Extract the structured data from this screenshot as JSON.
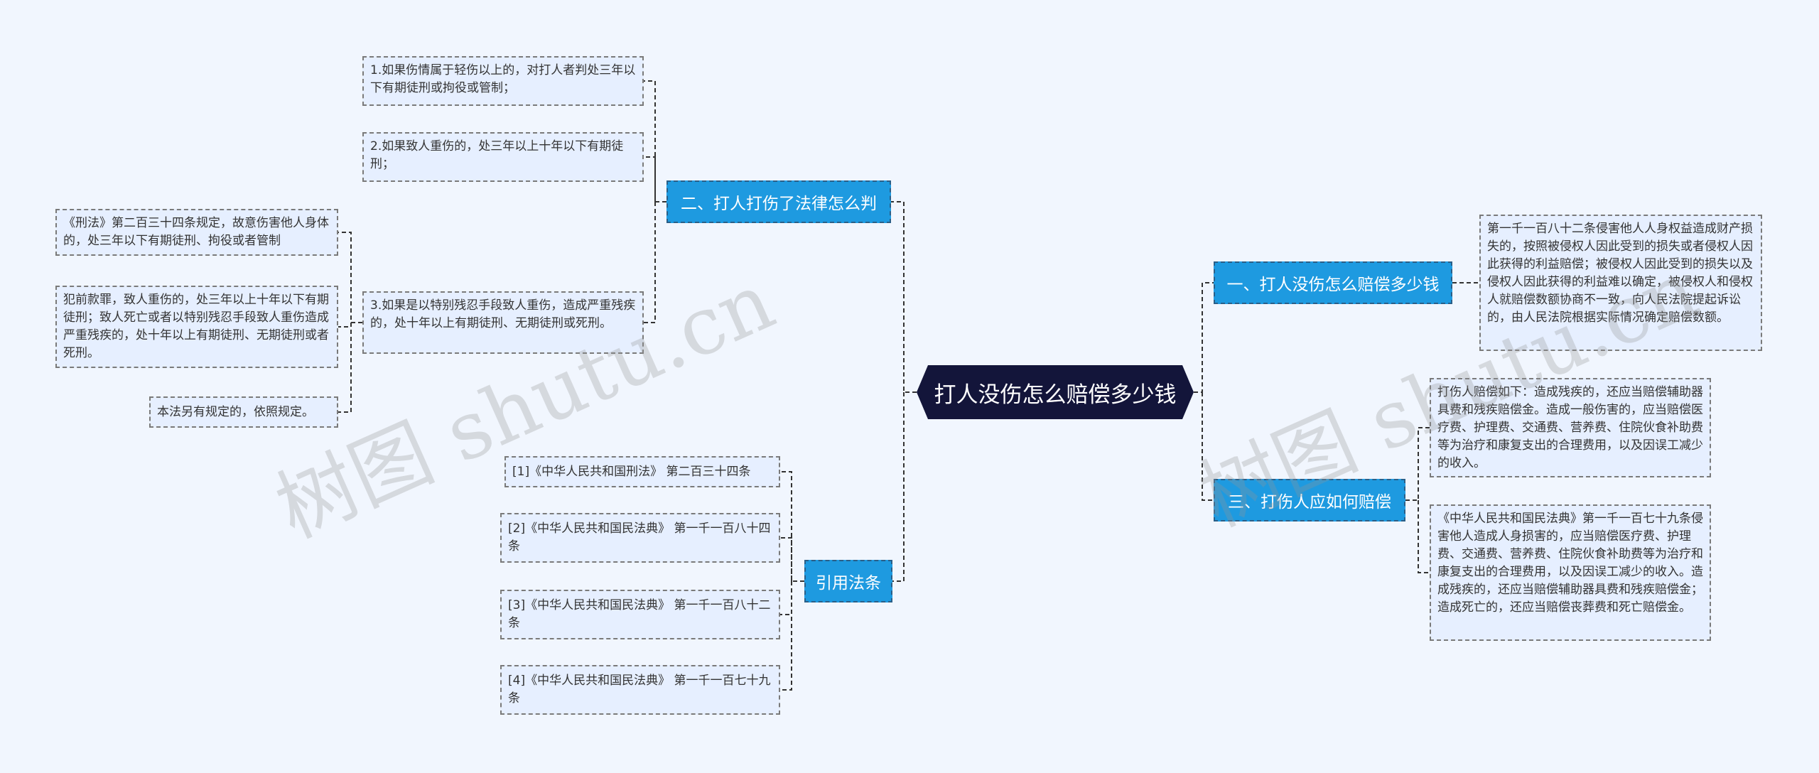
{
  "root": {
    "label": "打人没伤怎么赔偿多少钱"
  },
  "watermarks": [
    "树图 shutu.cn",
    "树图 shutu.cn"
  ],
  "branches": {
    "judge": {
      "label": "二、打人打伤了法律怎么判",
      "items": [
        "1.如果伤情属于轻伤以上的，对打人者判处三年以下有期徒刑或拘役或管制；",
        "2.如果致人重伤的，处三年以上十年以下有期徒刑；",
        "3.如果是以特别残忍手段致人重伤，造成严重残疾的，处十年以上有期徒刑、无期徒刑或死刑。"
      ],
      "law": [
        "《刑法》第二百三十四条规定，故意伤害他人身体的，处三年以下有期徒刑、拘役或者管制",
        "犯前款罪，致人重伤的，处三年以上十年以下有期徒刑；致人死亡或者以特别残忍手段致人重伤造成严重残疾的，处十年以上有期徒刑、无期徒刑或者死刑。",
        "本法另有规定的，依照规定。"
      ]
    },
    "refs": {
      "label": "引用法条",
      "items": [
        "[1]《中华人民共和国刑法》 第二百三十四条",
        "[2]《中华人民共和国民法典》 第一千一百八十四条",
        "[3]《中华人民共和国民法典》 第一千一百八十二条",
        "[4]《中华人民共和国民法典》 第一千一百七十九条"
      ]
    },
    "compensation": {
      "label": "一、打人没伤怎么赔偿多少钱",
      "items": [
        "第一千一百八十二条侵害他人人身权益造成财产损失的，按照被侵权人因此受到的损失或者侵权人因此获得的利益赔偿；被侵权人因此受到的损失以及侵权人因此获得的利益难以确定，被侵权人和侵权人就赔偿数额协商不一致，向人民法院提起诉讼的，由人民法院根据实际情况确定赔偿数额。"
      ]
    },
    "how": {
      "label": "三、打伤人应如何赔偿",
      "items": [
        "打伤人赔偿如下：造成残疾的，还应当赔偿辅助器具费和残疾赔偿金。造成一般伤害的，应当赔偿医疗费、护理费、交通费、营养费、住院伙食补助费等为治疗和康复支出的合理费用，以及因误工减少的收入。",
        "《中华人民共和国民法典》第一千一百七十九条侵害他人造成人身损害的，应当赔偿医疗费、护理费、交通费、营养费、住院伙食补助费等为治疗和康复支出的合理费用，以及因误工减少的收入。造成残疾的，还应当赔偿辅助器具费和残疾赔偿金；造成死亡的，还应当赔偿丧葬费和死亡赔偿金。"
      ]
    }
  },
  "colors": {
    "background": "#f1f6fe",
    "root": "#13153a",
    "branch": "#1e9ae0",
    "leaf": "#e6efff",
    "link": "#333333"
  }
}
